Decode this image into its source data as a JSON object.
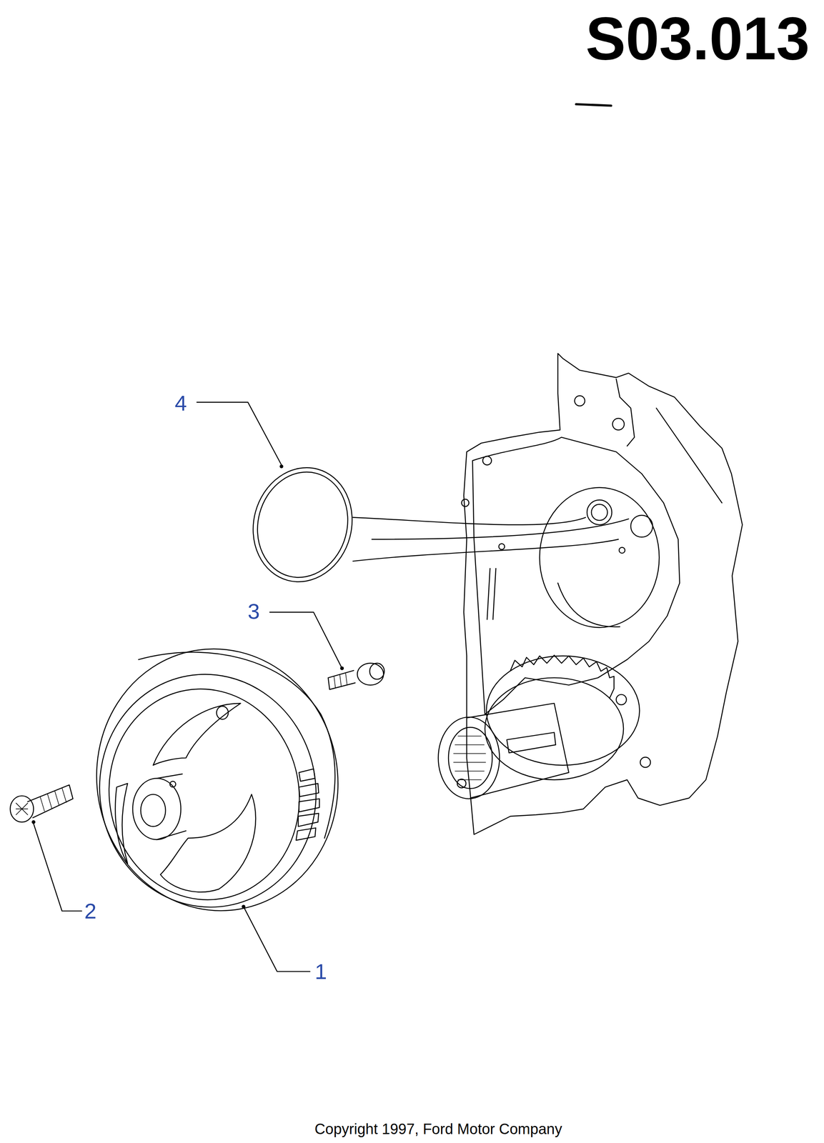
{
  "diagram": {
    "title": "S03.013",
    "caption": "Copyright 1997, Ford Motor Company",
    "labels": [
      "4",
      "3",
      "2",
      "1"
    ]
  }
}
